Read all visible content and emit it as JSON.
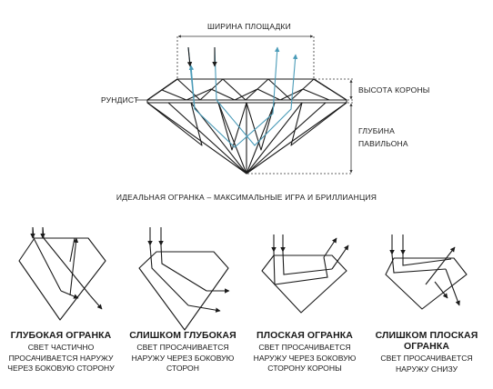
{
  "colors": {
    "line": "#1a1a1a",
    "ray_main": "#4a9bb8",
    "dim": "#333333"
  },
  "main_diagram": {
    "table_width": "ШИРИНА ПЛОЩАДКИ",
    "girdle": "РУНДИСТ",
    "crown_height": "ВЫСОТА КОРОНЫ",
    "pavilion_depth_line1": "ГЛУБИНА",
    "pavilion_depth_line2": "ПАВИЛЬОНА"
  },
  "headline": "ИДЕАЛЬНАЯ ОГРАНКА – МАКСИМАЛЬНЫЕ ИГРА И БРИЛЛИАНЦИЯ",
  "cuts": [
    {
      "title": "ГЛУБОКАЯ ОГРАНКА",
      "desc1": "СВЕТ ЧАСТИЧНО",
      "desc2": "ПРОСАЧИВАЕТСЯ НАРУЖУ",
      "desc3": "ЧЕРЕЗ БОКОВУЮ СТОРОНУ"
    },
    {
      "title": "СЛИШКОМ ГЛУБОКАЯ",
      "desc1": "СВЕТ ПРОСАЧИВАЕТСЯ",
      "desc2": "НАРУЖУ ЧЕРЕЗ БОКОВУЮ",
      "desc3": "СТОРОН"
    },
    {
      "title": "ПЛОСКАЯ ОГРАНКА",
      "desc1": "СВЕТ ПРОСАЧИВАЕТСЯ",
      "desc2": "НАРУЖУ ЧЕРЕЗ БОКОВУЮ",
      "desc3": "СТОРОНУ КОРОНЫ"
    },
    {
      "title1": "СЛИШКОМ ПЛОСКАЯ",
      "title2": "ОГРАНКА",
      "desc1": "СВЕТ ПРОСАЧИВАЕТСЯ",
      "desc2": "НАРУЖУ СНИЗУ"
    }
  ]
}
